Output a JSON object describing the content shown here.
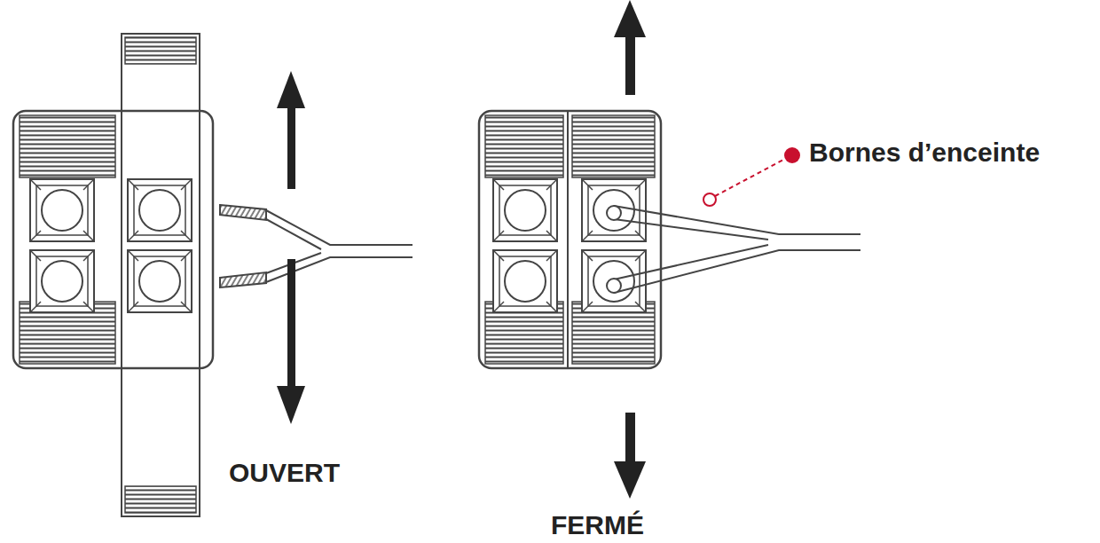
{
  "diagram": {
    "labels": [
      "OUVERT",
      "FERMÉ",
      "Bornes d’enceinte"
    ]
  }
}
